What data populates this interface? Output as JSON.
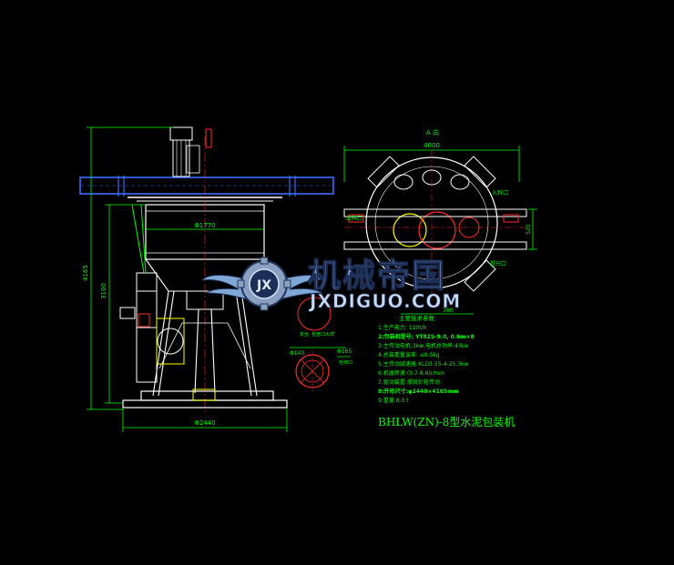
{
  "drawing": {
    "title": "BHLW(ZN)-8型水泥包装机",
    "colors": {
      "background": "#000000",
      "machine_line": "#ffffff",
      "dimension": "#00ff00",
      "blue_part": "#3b6bff",
      "red_part": "#ff2a2a",
      "yellow_line": "#ffff00",
      "magenta": "#ff00ff",
      "cyan": "#00ffff"
    },
    "watermark": {
      "chinese": "机械帝国",
      "latin": "JXDIGUO.COM",
      "badge": "JX"
    }
  },
  "front_view": {
    "dims": {
      "total_height": "4165",
      "body_height": "3100",
      "body_diameter": "Φ1770",
      "base_diameter": "Φ2440"
    }
  },
  "top_view": {
    "label": "A 向",
    "dims": {
      "width": "4000",
      "depth": "520",
      "offset": "380"
    },
    "callouts": [
      "出料口",
      "入料口",
      "提升口"
    ]
  },
  "detail_view": {
    "label": "安全, 检查口大样",
    "dims": [
      "Φ140",
      "Φ165"
    ],
    "callout": "检修口"
  },
  "spec_table": {
    "title": "主要技术参数",
    "rows": [
      "1:生产能力: 110t/h",
      "2:包装机型号: YT82S-9.0, 0.6m×8",
      "3:主传动电机:3kw,电机总功率:4?kw",
      "4:总装重量误差: ≤0.5kg",
      "5:主传动减速器:XLD3-55-4-25:3kw",
      "6:机器转速:(0.7-8.6)r/min",
      "7:驱动装置:摆线针轮传动",
      "8:外形尺寸:φ2440×4165mm",
      "9:重量:8.0 t"
    ]
  }
}
